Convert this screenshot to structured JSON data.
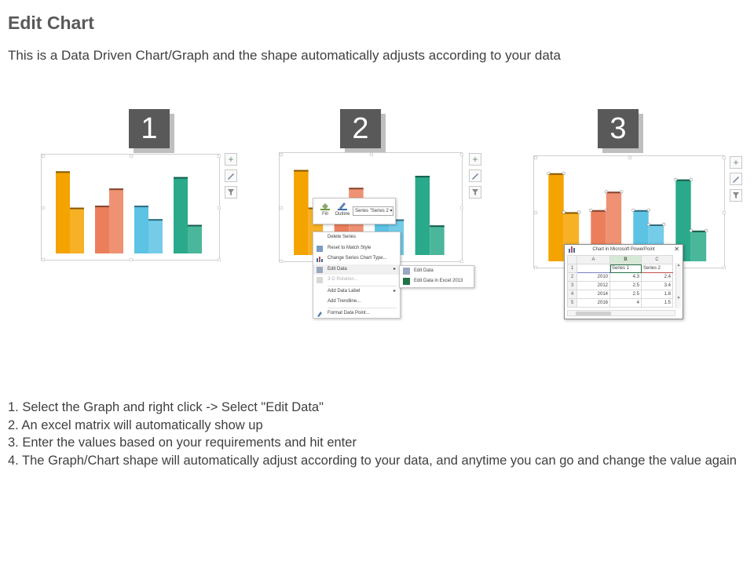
{
  "page": {
    "title": "Edit Chart",
    "subtitle": "This is a Data Driven Chart/Graph and the shape automatically adjusts according to your data"
  },
  "steps": [
    {
      "number": "1"
    },
    {
      "number": "2"
    },
    {
      "number": "3"
    }
  ],
  "colors": {
    "orange": "#f4a300",
    "salmon": "#ec7f5b",
    "sky": "#5cc3e4",
    "teal": "#2aaa8a",
    "number_box": "#595959"
  },
  "chart_data": {
    "type": "bar",
    "categories": [
      "2010",
      "2012",
      "2014",
      "2016"
    ],
    "series": [
      {
        "values": [
          4.3,
          2.5,
          2.5,
          4
        ]
      },
      {
        "values": [
          2.4,
          3.4,
          1.8,
          1.5
        ]
      }
    ],
    "bar_colors": [
      "#f4a300",
      "#ec7f5b",
      "#5cc3e4",
      "#2aaa8a"
    ],
    "ylim": [
      0,
      4.6
    ]
  },
  "side_tools": [
    "plus-icon",
    "brush-icon",
    "filter-icon"
  ],
  "mini_toolbar": {
    "fill_label": "Fill",
    "outline_label": "Outline",
    "series_select": "Series \"Series 2"
  },
  "context_menu": {
    "items": [
      {
        "label": "Delete Series",
        "state": "normal"
      },
      {
        "label": "Reset to Match Style",
        "state": "normal"
      },
      {
        "label": "Change Series Chart Type...",
        "state": "normal"
      },
      {
        "label": "Edit Data",
        "state": "highlighted"
      },
      {
        "label": "3-D Rotation...",
        "state": "disabled"
      },
      {
        "label": "Add Data Label",
        "state": "normal"
      },
      {
        "label": "Add Trendline...",
        "state": "normal"
      },
      {
        "label": "Format Data Point...",
        "state": "normal"
      }
    ],
    "submenu": [
      "Edit Data",
      "Edit Data in Excel 2013"
    ]
  },
  "excel": {
    "title": "Chart in Microsoft PowerPoint",
    "columns": [
      "A",
      "B",
      "C"
    ],
    "rows": [
      {
        "n": "1",
        "a": "",
        "b": "Series 1",
        "c": "Series 2"
      },
      {
        "n": "2",
        "a": "2010",
        "b": "4.3",
        "c": "2.4"
      },
      {
        "n": "3",
        "a": "2012",
        "b": "2.5",
        "c": "3.4"
      },
      {
        "n": "4",
        "a": "2014",
        "b": "2.5",
        "c": "1.8"
      },
      {
        "n": "5",
        "a": "2016",
        "b": "4",
        "c": "1.5"
      }
    ]
  },
  "instructions": [
    "1. Select the Graph and right click -> Select \"Edit Data\"",
    "2. An excel matrix will automatically show up",
    "3. Enter the values based on your requirements and hit enter",
    "4. The Graph/Chart shape will automatically adjust according to your data, and anytime you can go and change the value again"
  ]
}
